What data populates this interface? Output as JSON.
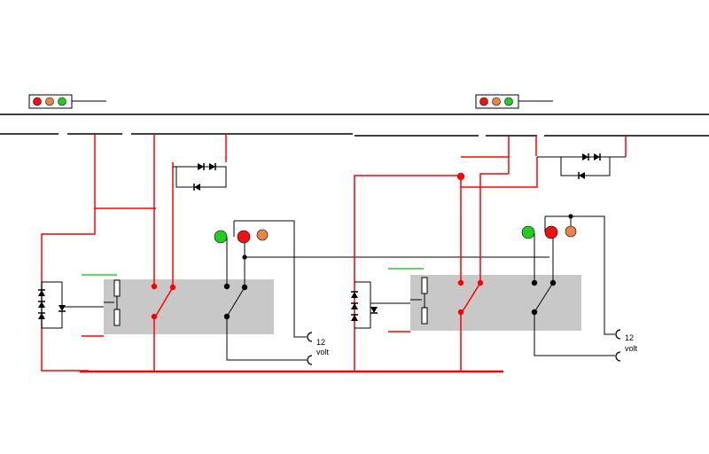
{
  "labels": {
    "left_supply_top": "12",
    "left_supply_bottom": "volt",
    "right_supply_top": "12",
    "right_supply_bottom": "volt"
  },
  "colors": {
    "track": "#000000",
    "feed_wire": "#ff0000",
    "relay_panel": "#c8c8c8",
    "signal_green": "#22cc22",
    "signal_red": "#ee1111",
    "signal_orange": "#e8864a",
    "coil_hint": "#00c000"
  },
  "icons": {
    "signal_head": "three-aspect-signal-icon",
    "diode": "diode-icon",
    "relay_coil": "relay-coil-icon",
    "switch": "switch-contact-icon",
    "supply": "supply-terminal-icon"
  }
}
